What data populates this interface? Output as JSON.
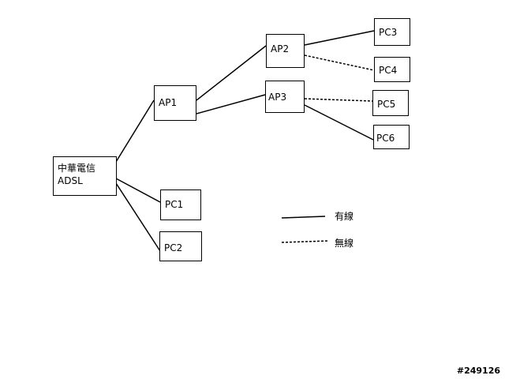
{
  "nodes": {
    "isp": {
      "line1": "中華電信",
      "line2": "ADSL"
    },
    "ap1": {
      "label": "AP1"
    },
    "ap2": {
      "label": "AP2"
    },
    "ap3": {
      "label": "AP3"
    },
    "pc1": {
      "label": "PC1"
    },
    "pc2": {
      "label": "PC2"
    },
    "pc3": {
      "label": "PC3"
    },
    "pc4": {
      "label": "PC4"
    },
    "pc5": {
      "label": "PC5"
    },
    "pc6": {
      "label": "PC6"
    }
  },
  "links": [
    {
      "from": "isp",
      "to": "ap1",
      "type": "wired"
    },
    {
      "from": "isp",
      "to": "pc1",
      "type": "wired"
    },
    {
      "from": "isp",
      "to": "pc2",
      "type": "wired"
    },
    {
      "from": "ap1",
      "to": "ap2",
      "type": "wired"
    },
    {
      "from": "ap1",
      "to": "ap3",
      "type": "wired"
    },
    {
      "from": "ap2",
      "to": "pc3",
      "type": "wired"
    },
    {
      "from": "ap2",
      "to": "pc4",
      "type": "wireless"
    },
    {
      "from": "ap3",
      "to": "pc5",
      "type": "wireless"
    },
    {
      "from": "ap3",
      "to": "pc6",
      "type": "wired"
    }
  ],
  "legend": {
    "wired_label": "有線",
    "wireless_label": "無線"
  },
  "watermark": "#249126"
}
